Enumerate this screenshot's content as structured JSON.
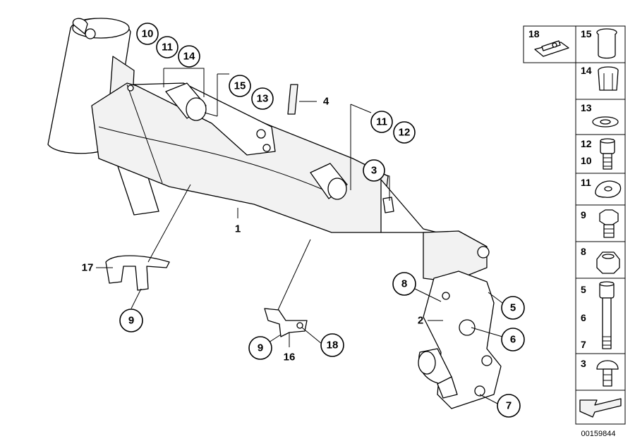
{
  "diagram": {
    "id_number": "00159844",
    "callouts": {
      "c10": "10",
      "c11a": "11",
      "c14": "14",
      "c15": "15",
      "c13": "13",
      "c4": "4",
      "c11b": "11",
      "c12": "12",
      "c3a": "3",
      "c1": "1",
      "c17": "17",
      "c9a": "9",
      "c9b": "9",
      "c16": "16",
      "c18": "18",
      "c8a": "8",
      "c2": "2",
      "c5a": "5",
      "c6a": "6",
      "c7a": "7"
    },
    "side_panel": {
      "cells": [
        {
          "label": "18",
          "icon": "clip-nut-icon"
        },
        {
          "label": "15",
          "icon": "bushing-icon"
        },
        {
          "label": "14",
          "icon": "clip-sleeve-icon"
        },
        {
          "label": "13",
          "icon": "washer-icon"
        },
        {
          "label_top": "12",
          "label_bottom": "10",
          "icon": "hex-socket-bolt-icon"
        },
        {
          "label": "11",
          "icon": "shaped-washer-icon"
        },
        {
          "label": "9",
          "icon": "hex-bolt-icon"
        },
        {
          "label": "8",
          "icon": "hex-nut-icon"
        },
        {
          "label_top": "5",
          "label_mid": "6",
          "label_bottom": "7",
          "icon": "long-socket-bolt-icon"
        },
        {
          "label": "3",
          "icon": "button-head-screw-icon"
        },
        {
          "icon": "arrow-icon"
        }
      ]
    }
  }
}
